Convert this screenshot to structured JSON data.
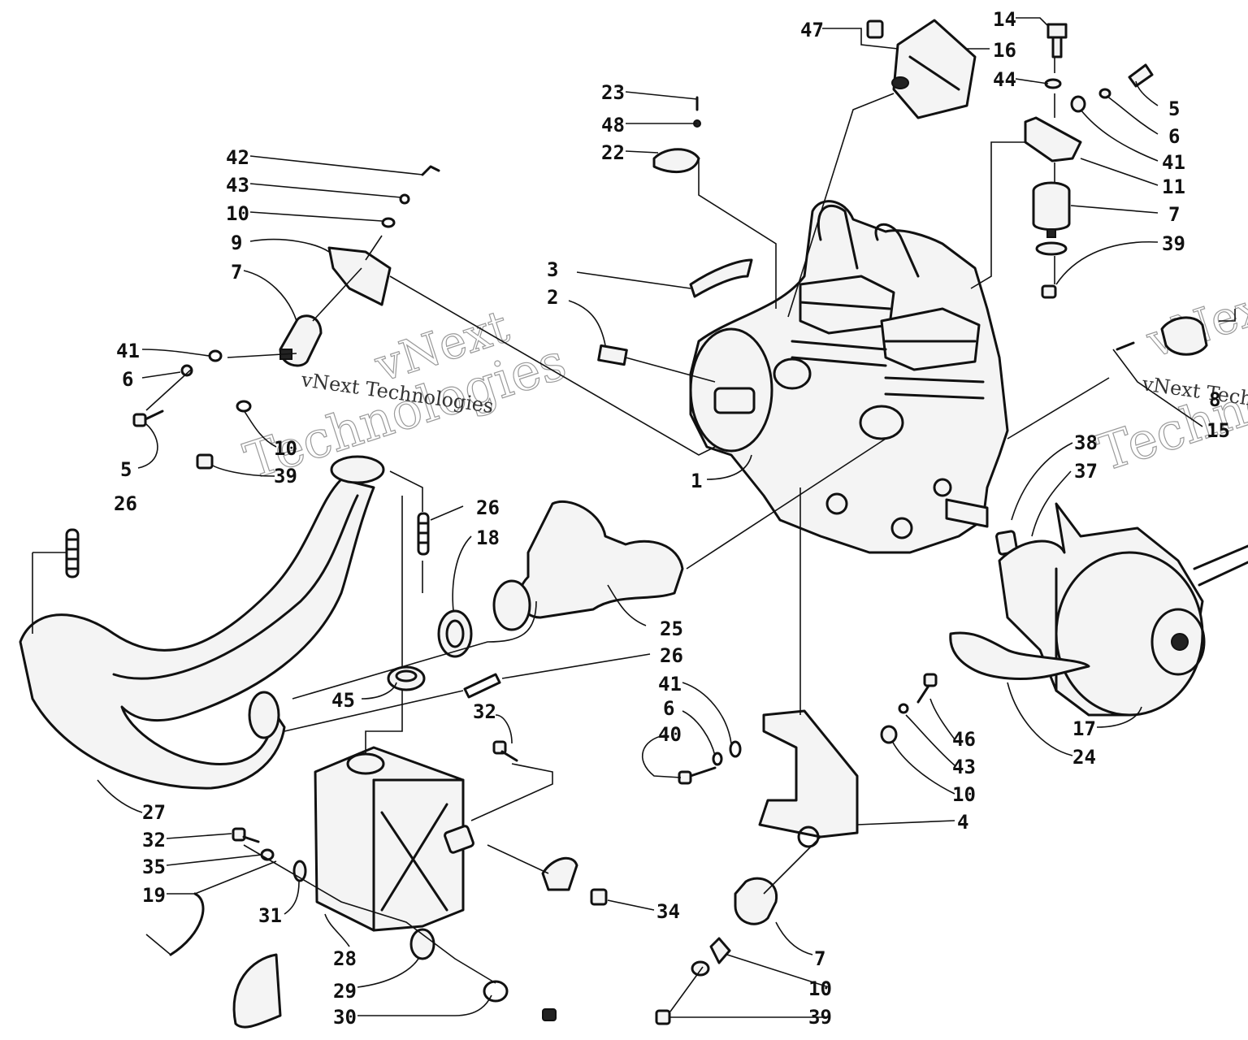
{
  "watermark": {
    "brand": "vNext",
    "name": "Technologies",
    "full": "vNext Technologies"
  },
  "callouts": [
    {
      "id": "c47",
      "label": "47"
    },
    {
      "id": "c16",
      "label": "16"
    },
    {
      "id": "c14",
      "label": "14"
    },
    {
      "id": "c44",
      "label": "44"
    },
    {
      "id": "c5a",
      "label": "5"
    },
    {
      "id": "c6a",
      "label": "6"
    },
    {
      "id": "c41a",
      "label": "41"
    },
    {
      "id": "c11",
      "label": "11"
    },
    {
      "id": "c7a",
      "label": "7"
    },
    {
      "id": "c39a",
      "label": "39"
    },
    {
      "id": "c23",
      "label": "23"
    },
    {
      "id": "c48",
      "label": "48"
    },
    {
      "id": "c22",
      "label": "22"
    },
    {
      "id": "c42",
      "label": "42"
    },
    {
      "id": "c43a",
      "label": "43"
    },
    {
      "id": "c10a",
      "label": "10"
    },
    {
      "id": "c9",
      "label": "9"
    },
    {
      "id": "c7b",
      "label": "7"
    },
    {
      "id": "c41b",
      "label": "41"
    },
    {
      "id": "c6b",
      "label": "6"
    },
    {
      "id": "c5b",
      "label": "5"
    },
    {
      "id": "c10b",
      "label": "10"
    },
    {
      "id": "c39b",
      "label": "39"
    },
    {
      "id": "c3",
      "label": "3"
    },
    {
      "id": "c2",
      "label": "2"
    },
    {
      "id": "c1",
      "label": "1"
    },
    {
      "id": "c8",
      "label": "8"
    },
    {
      "id": "c15",
      "label": "15"
    },
    {
      "id": "c38",
      "label": "38"
    },
    {
      "id": "c37",
      "label": "37"
    },
    {
      "id": "c26a",
      "label": "26"
    },
    {
      "id": "c26b",
      "label": "26"
    },
    {
      "id": "c18",
      "label": "18"
    },
    {
      "id": "c25",
      "label": "25"
    },
    {
      "id": "c26c",
      "label": "26"
    },
    {
      "id": "c45",
      "label": "45"
    },
    {
      "id": "c41c",
      "label": "41"
    },
    {
      "id": "c6c",
      "label": "6"
    },
    {
      "id": "c40",
      "label": "40"
    },
    {
      "id": "c32a",
      "label": "32"
    },
    {
      "id": "c27",
      "label": "27"
    },
    {
      "id": "c32b",
      "label": "32"
    },
    {
      "id": "c35",
      "label": "35"
    },
    {
      "id": "c19",
      "label": "19"
    },
    {
      "id": "c31",
      "label": "31"
    },
    {
      "id": "c28",
      "label": "28"
    },
    {
      "id": "c29",
      "label": "29"
    },
    {
      "id": "c30",
      "label": "30"
    },
    {
      "id": "c34",
      "label": "34"
    },
    {
      "id": "c46",
      "label": "46"
    },
    {
      "id": "c43b",
      "label": "43"
    },
    {
      "id": "c10c",
      "label": "10"
    },
    {
      "id": "c4",
      "label": "4"
    },
    {
      "id": "c7c",
      "label": "7"
    },
    {
      "id": "c10d",
      "label": "10"
    },
    {
      "id": "c39c",
      "label": "39"
    },
    {
      "id": "c17",
      "label": "17"
    },
    {
      "id": "c24",
      "label": "24"
    }
  ]
}
